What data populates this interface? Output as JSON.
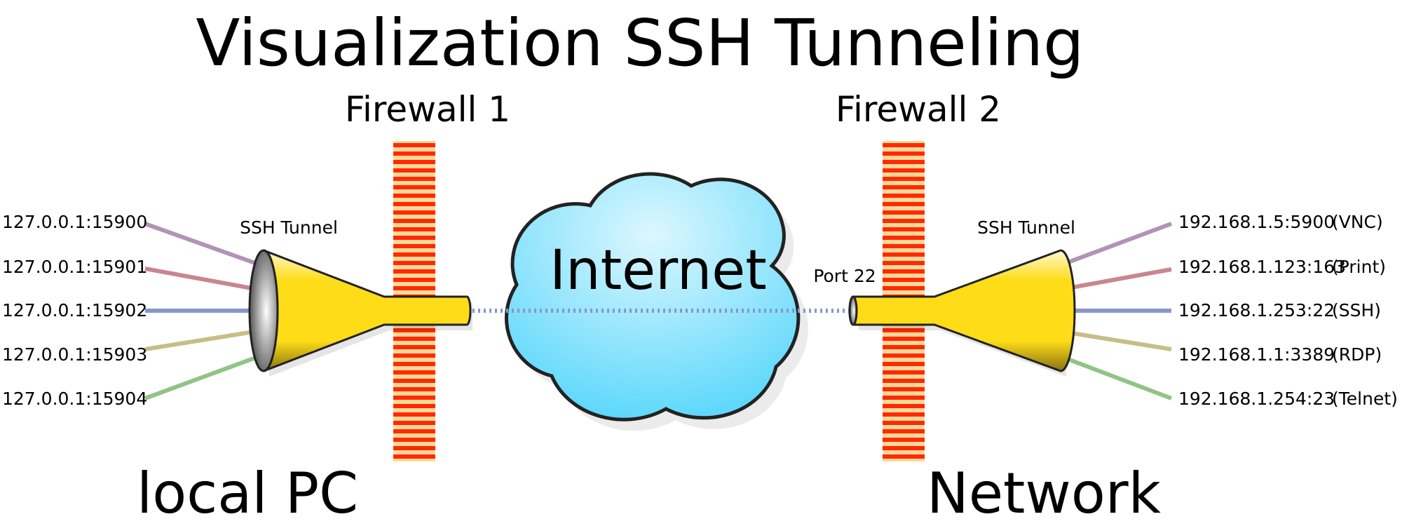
{
  "title": "Visualization SSH Tunneling",
  "firewalls": [
    "Firewall 1",
    "Firewall 2"
  ],
  "cloud_label": "Internet",
  "port_label": "Port 22",
  "tunnel_labels": [
    "SSH Tunnel",
    "SSH Tunnel"
  ],
  "local": {
    "label": "local PC",
    "addresses": [
      "127.0.0.1:15900",
      "127.0.0.1:15901",
      "127.0.0.1:15902",
      "127.0.0.1:15903",
      "127.0.0.1:15904"
    ]
  },
  "network": {
    "label": "Network",
    "targets": [
      {
        "address": "192.168.1.5:5900",
        "service": "(VNC)"
      },
      {
        "address": "192.168.1.123:163",
        "service": "(Print)"
      },
      {
        "address": "192.168.1.253:22",
        "service": "(SSH)"
      },
      {
        "address": "192.168.1.1:3389",
        "service": "(RDP)"
      },
      {
        "address": "192.168.1.254:23",
        "service": "(Telnet)"
      }
    ]
  },
  "colors": {
    "connections": [
      "#b093b5",
      "#c98591",
      "#8896cc",
      "#c8bd88",
      "#90c486"
    ],
    "firewall_stripe": "#ff2a00",
    "firewall_bg": "#fcd99a",
    "tunnel": "#fedc18",
    "cloud": "#5fd8fb"
  }
}
